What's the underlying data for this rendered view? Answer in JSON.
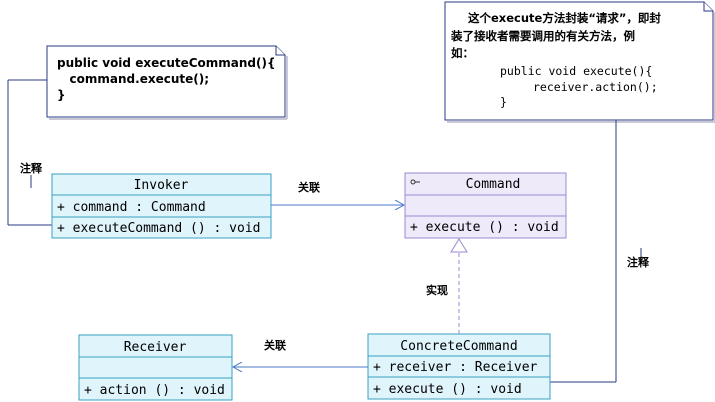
{
  "notes": {
    "left": {
      "lines": [
        "public void executeCommand(){",
        "   command.execute();",
        "}"
      ]
    },
    "right": {
      "lines": [
        "这个execute方法封装“请求”，即封",
        "装了接收者需要调用的有关方法，例",
        "如：",
        "public void execute(){",
        "receiver.action();",
        "}"
      ]
    }
  },
  "classes": {
    "invoker": {
      "name": "Invoker",
      "attribute": "+ command : Command",
      "method": "+ executeCommand () : void"
    },
    "command": {
      "name": "Command",
      "method": "+ execute () : void"
    },
    "receiver": {
      "name": "Receiver",
      "method": "+ action () : void"
    },
    "concrete": {
      "name": "ConcreteCommand",
      "attribute": "+ receiver : Receiver",
      "method": "+ execute () : void"
    }
  },
  "labels": {
    "note_left": "注释",
    "note_right": "注释",
    "assoc_top": "关联",
    "assoc_bottom": "关联",
    "realize": "实现"
  },
  "colors": {
    "cyan_fill": "#dff4fb",
    "cyan_border": "#39a0c2",
    "purple_fill": "#eeeafa",
    "purple_border": "#9b8ad2",
    "line_dark": "#3a4a9a",
    "arrow_blue": "#5a8fd8",
    "dash_purple": "#9b8ad2"
  }
}
